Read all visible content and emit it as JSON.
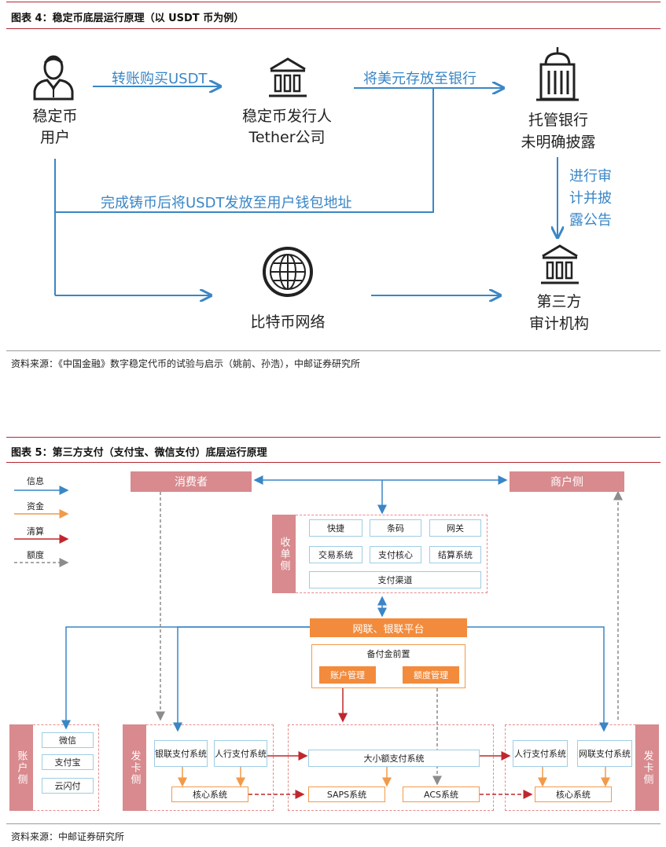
{
  "figure4": {
    "title": "图表 4：稳定币底层运行原理（以 USDT 币为例）",
    "nodes": {
      "user_line1": "稳定币",
      "user_line2": "用户",
      "issuer_line1": "稳定币发行人",
      "issuer_line2": "Tether公司",
      "bank_line1": "托管银行",
      "bank_line2": "未明确披露",
      "network": "比特币网络",
      "auditor_line1": "第三方",
      "auditor_line2": "审计机构"
    },
    "edges": {
      "transfer": "转账购买USDT",
      "deposit": "将美元存放至银行",
      "mint": "完成铸币后将USDT发放至用户钱包地址",
      "audit_line1": "进行审",
      "audit_line2": "计并披",
      "audit_line3": "露公告"
    },
    "source": "资料来源：《中国金融》数字稳定代币的试验与启示（姚前、孙浩），中邮证券研究所"
  },
  "figure5": {
    "title": "图表 5：第三方支付（支付宝、微信支付）底层运行原理",
    "legend": [
      "信息",
      "资金",
      "清算",
      "额度"
    ],
    "consumer": "消费者",
    "merchant": "商户侧",
    "acquiring_label": "收单侧",
    "acquiring_items": [
      "快捷",
      "条码",
      "网关",
      "交易系统",
      "支付核心",
      "结算系统",
      "支付渠道"
    ],
    "platform": "网联、银联平台",
    "reserve_title": "备付金前置",
    "reserve_items": [
      "账户管理",
      "额度管理"
    ],
    "account_label": "账户侧",
    "account_items": [
      "微信",
      "支付宝",
      "云闪付"
    ],
    "issuer_left_label": "发卡侧",
    "issuer_right_label": "发卡侧",
    "left_items": [
      "银联支付系统",
      "人行支付系统",
      "核心系统"
    ],
    "center_items": [
      "大小额支付系统",
      "SAPS系统",
      "ACS系统"
    ],
    "right_items": [
      "人行支付系统",
      "网联支付系统",
      "核心系统"
    ],
    "source": "资料来源：中邮证券研究所",
    "colors": {
      "info": "#3a86c6",
      "fund": "#f29a4a",
      "clear": "#c0272d",
      "quota": "#8c8c8c",
      "pink": "#d88a8e"
    }
  }
}
